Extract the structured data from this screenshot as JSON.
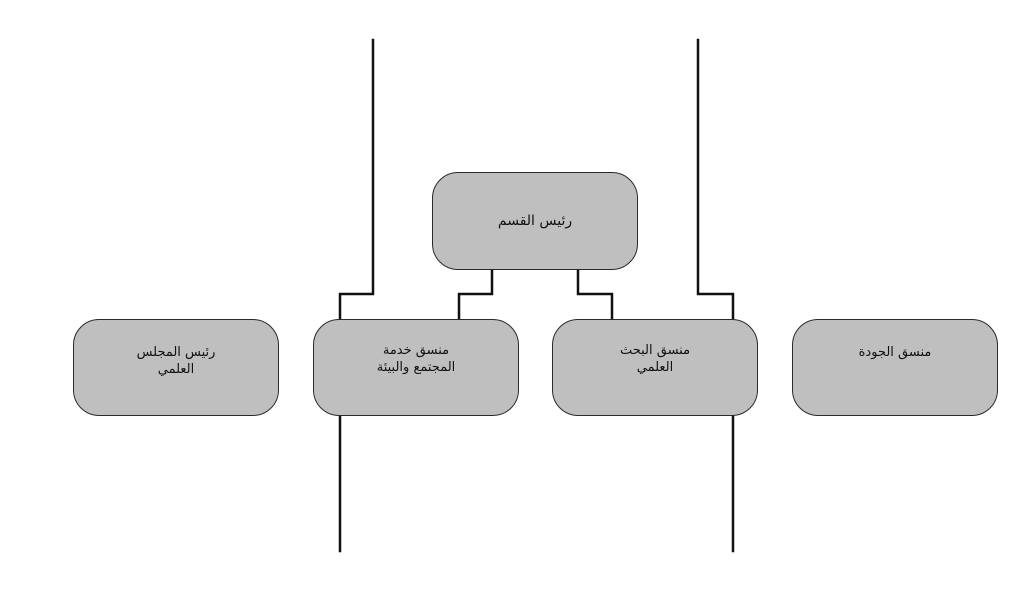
{
  "diagram": {
    "type": "org-chart",
    "colors": {
      "node_fill": "#bfbfbf",
      "node_border": "#2a2a2a",
      "connector": "#111111"
    },
    "nodes": {
      "head": {
        "lines": [
          "رئيس القسم"
        ]
      },
      "council_head": {
        "lines": [
          "رئيس المجلس",
          "العلمي"
        ]
      },
      "community_coordinator": {
        "lines": [
          "منسق خدمة",
          "المجتمع والبيئة"
        ]
      },
      "research_coordinator": {
        "lines": [
          "منسق البحث",
          "العلمي"
        ]
      },
      "quality_coordinator": {
        "lines": [
          "منسق الجودة"
        ]
      }
    },
    "edges": [
      {
        "from": "head",
        "to": "community_coordinator"
      },
      {
        "from": "head",
        "to": "research_coordinator"
      }
    ]
  }
}
